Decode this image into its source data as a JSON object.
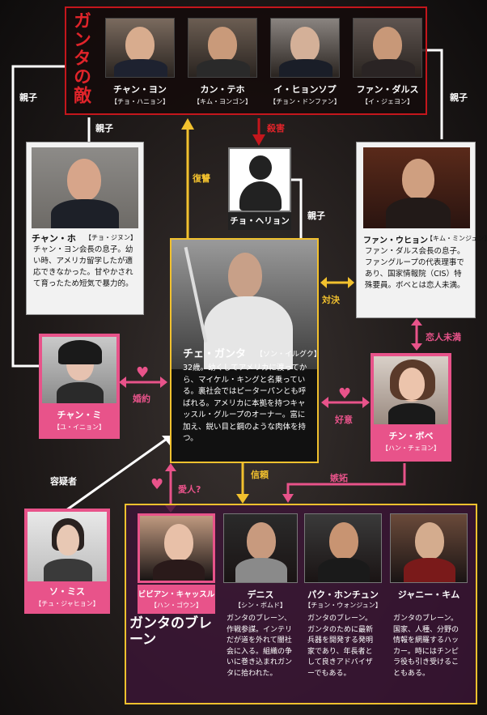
{
  "enemies_title": "ガンタの敵",
  "enemies": [
    {
      "name": "チャン・ヨン",
      "actor": "【チョ・ハニョン】"
    },
    {
      "name": "カン・テホ",
      "actor": "【キム・ヨンゴン】"
    },
    {
      "name": "イ・ヒョンソプ",
      "actor": "【チョン・ドンファン】"
    },
    {
      "name": "ファン・ダルス",
      "actor": "【イ・ジェヨン】"
    }
  ],
  "relations": {
    "parent_child": "親子",
    "murder": "殺害",
    "revenge": "復讐",
    "confront": "対決",
    "unrequited": "恋人未満",
    "engaged": "婚約",
    "goodwill": "好意",
    "trust": "信頼",
    "jealousy": "嫉妬",
    "lover": "愛人?",
    "suspect": "容疑者"
  },
  "cho": {
    "name": "チョ・ヘリョン"
  },
  "chanho": {
    "name": "チャン・ホ",
    "actor": "【チョ・ジヌン】",
    "desc": "チャン・ヨン会長の息子。幼い時、アメリカ留学したが適応できなかった。甘やかされて育ったため短気で暴力的。"
  },
  "uheon": {
    "name": "ファン・ウヒョン",
    "actor": "【キム・ミンジュン】",
    "desc": "ファン・ダルス会長の息子。ファングループの代表理事であり、国家情報院（CIS）特殊要員。ボベとは恋人未満。"
  },
  "ganta": {
    "name": "チェ・ガンタ",
    "actor": "【ソン・イルグク】",
    "desc": "32歳。幼くしてアメリカに渡ってから、マイケル・キングと名乗っている。裏社会ではピーターパンとも呼ばれる。アメリカに本拠を持つキャッスル・グループのオーナー。富に加え、鋭い目と鋼のような肉体を持つ。"
  },
  "chanmi": {
    "name": "チャン・ミ",
    "actor": "【ユ・イニョン】"
  },
  "bobe": {
    "name": "チン・ボベ",
    "actor": "【ハン・チェヨン】"
  },
  "somis": {
    "name": "ソ・ミス",
    "actor": "【チュ・ジャヒョン】"
  },
  "brain_title": "ガンタのブレーン",
  "brain": [
    {
      "name": "ビビアン・キャッスル",
      "actor": "【ハン・ゴウン】",
      "desc": ""
    },
    {
      "name": "デニス",
      "actor": "【シン・ボムド】",
      "desc": "ガンタのブレーン、作戦参謀。インテリだが道を外れて闇社会に入る。組織の争いに巻き込まれガンタに拾われた。"
    },
    {
      "name": "パク・ホンチュン",
      "actor": "【チョン・ウォンジュン】",
      "desc": "ガンタのブレーン。ガンタのために最新兵器を開発する発明家であり、年長者として良きアドバイザーでもある。"
    },
    {
      "name": "ジャニー・キム",
      "actor": "",
      "desc": "ガンタのブレーン。国家、人種、分野の情報を網羅するハッカー。時にはチンピラ役も引き受けることもある。"
    }
  ],
  "colors": {
    "accent_red": "#c4161c",
    "pink": "#e8538a",
    "yellow": "#f2c12e",
    "white": "#ffffff",
    "panel": "#f2f2f2"
  }
}
